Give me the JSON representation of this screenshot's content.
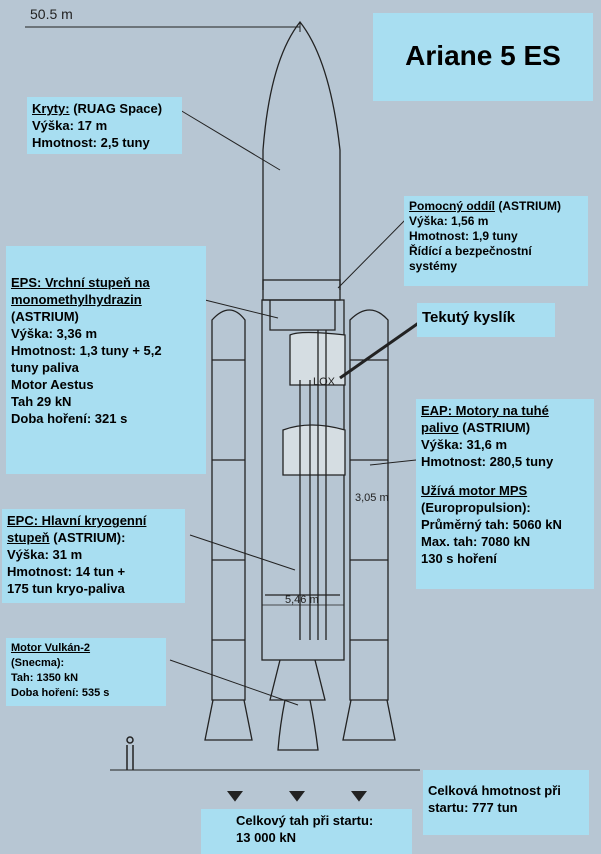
{
  "top_dim": "50.5 m",
  "title": "Ariane 5 ES",
  "fairing": {
    "name": "Kryty:",
    "maker": "(RUAG Space)",
    "lines": [
      "Výška: 17 m",
      "Hmotnost: 2,5 tuny"
    ]
  },
  "vehicle_equipment": {
    "name": "Pomocný oddíl",
    "maker": "(ASTRIUM)",
    "lines": [
      "Výška: 1,56 m",
      "Hmotnost: 1,9 tuny",
      "Řídící a bezpečnostní",
      "systémy"
    ]
  },
  "lox_callout": "Tekutý kyslík",
  "eps": {
    "name": "EPS: Vrchní stupeň na monomethylhydrazin",
    "maker": "(ASTRIUM)",
    "lines": [
      "Výška: 3,36 m",
      "Hmotnost: 1,3 tuny + 5,2",
      "tuny paliva",
      "Motor Aestus",
      "Tah 29 kN",
      "Doba hoření: 321 s"
    ]
  },
  "eap": {
    "name": "EAP: Motory na tuhé palivo",
    "maker": "(ASTRIUM)",
    "lines": [
      "Výška: 31,6 m",
      "Hmotnost: 280,5 tuny"
    ],
    "motor_title": "Užívá motor MPS",
    "motor_lines": [
      "(Europropulsion):",
      "Průměrný tah: 5060 kN",
      "Max. tah: 7080 kN",
      "130 s hoření"
    ]
  },
  "epc": {
    "name": "EPC: Hlavní kryogenní stupeň",
    "maker": "(ASTRIUM):",
    "lines": [
      "Výška: 31 m",
      "Hmotnost: 14 tun +",
      "175 tun kryo-paliva"
    ]
  },
  "vulcain": {
    "name": "Motor Vulkán-2",
    "lines": [
      "(Snecma):",
      "Tah: 1350 kN",
      "Doba hoření: 535 s"
    ]
  },
  "liftoff_mass": "Celková hmotnost při startu: 777 tun",
  "liftoff_thrust_label": "Celkový tah při startu:",
  "liftoff_thrust_value": "13 000 kN",
  "drawing_labels": {
    "lox": "LOX",
    "diameter_booster": "3,05 m",
    "diameter_core": "5,46 m"
  }
}
